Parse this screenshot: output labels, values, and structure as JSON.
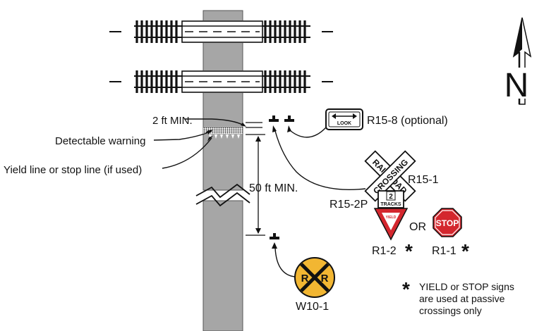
{
  "labels": {
    "two_ft_min": "2 ft MIN.",
    "detectable_warning": "Detectable warning",
    "yield_stop_line": "Yield line or stop line (if used)",
    "fifty_ft_min": "50 ft MIN.",
    "r15_8": "R15-8 (optional)",
    "r15_1": "R15-1",
    "r15_2p": "R15-2P",
    "or": "OR",
    "r1_2": "R1-2",
    "r1_1": "R1-1",
    "w10_1": "W10-1",
    "note_line1": "YIELD or STOP signs",
    "note_line2": "are used at passive",
    "note_line3": "crossings only",
    "north": "N"
  },
  "signs": {
    "look_text": "LOOK",
    "crossbuck_word1": "RAILROAD",
    "crossbuck_word2": "CROSSING",
    "tracks_number": "2",
    "tracks_word": "TRACKS",
    "yield_text": "YIELD",
    "stop_text": "STOP",
    "rr_left": "R",
    "rr_right": "R"
  },
  "colors": {
    "road": "#a6a6a6",
    "yellow": "#f2b632",
    "red": "#d4272e",
    "ink": "#111111"
  }
}
